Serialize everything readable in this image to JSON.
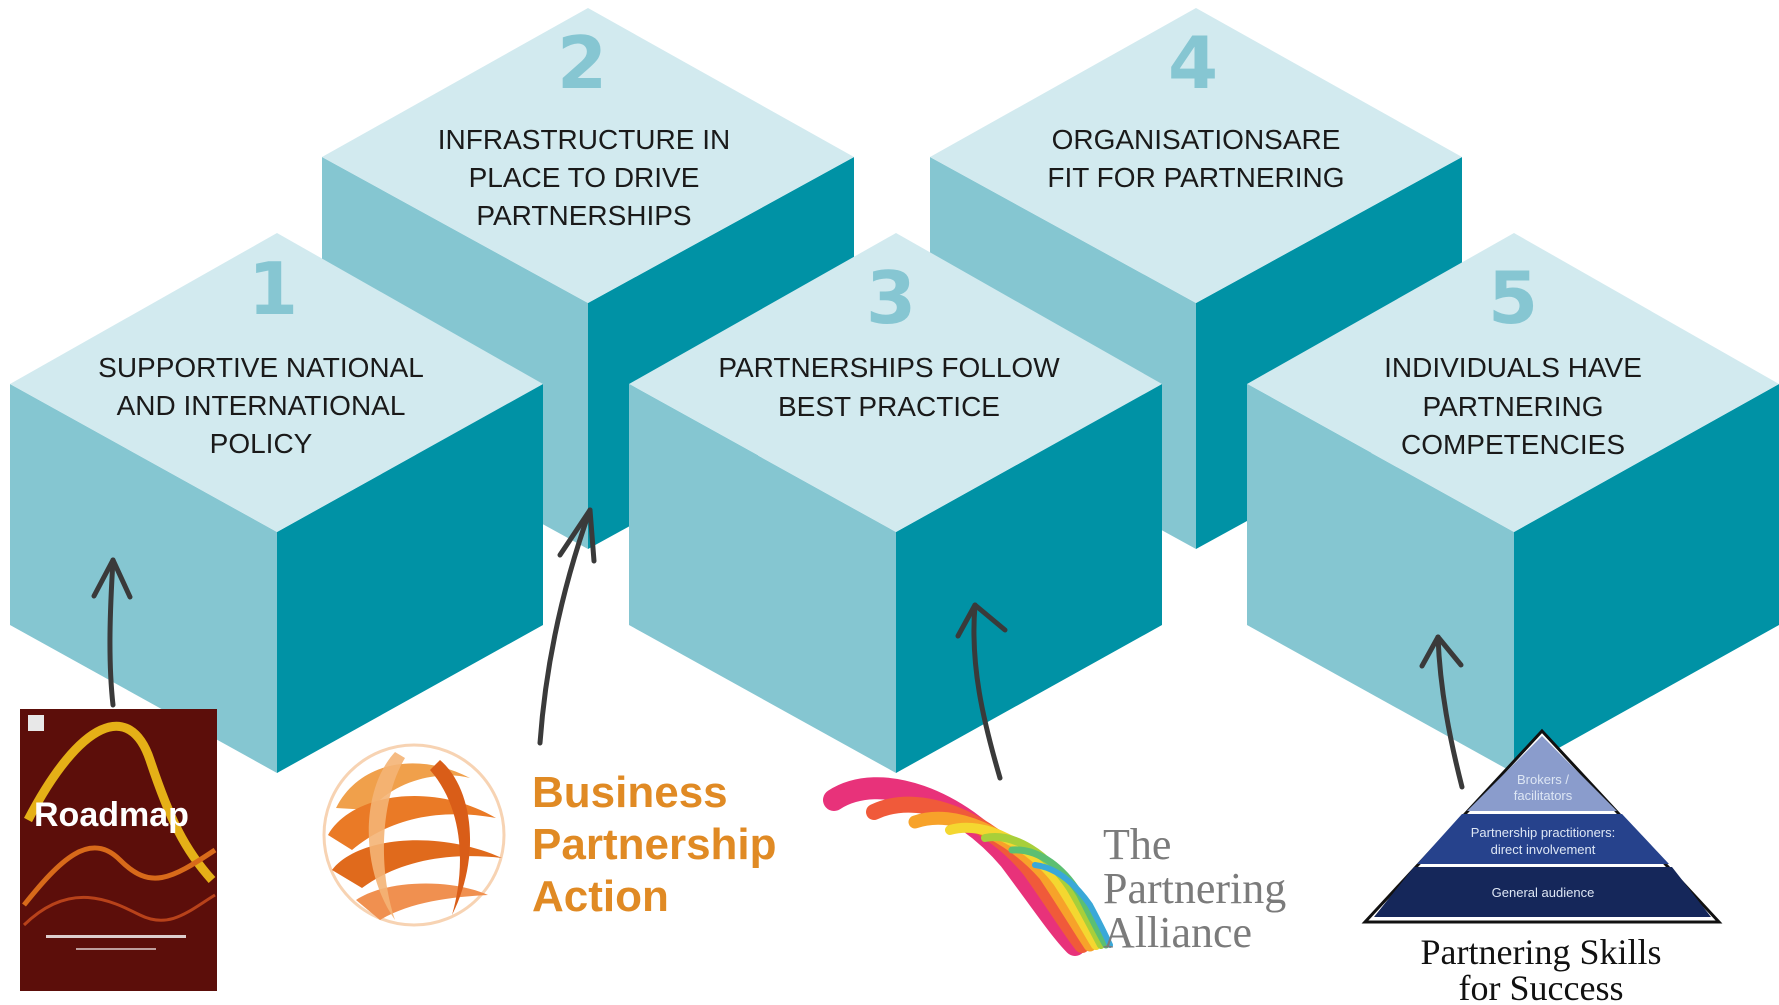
{
  "steps": [
    {
      "number": "1",
      "lines": [
        "SUPPORTIVE NATIONAL",
        "AND INTERNATIONAL",
        "POLICY"
      ]
    },
    {
      "number": "2",
      "lines": [
        "INFRASTRUCTURE IN",
        "PLACE TO DRIVE",
        "PARTNERSHIPS"
      ]
    },
    {
      "number": "3",
      "lines": [
        "PARTNERSHIPS FOLLOW",
        "BEST PRACTICE"
      ]
    },
    {
      "number": "4",
      "lines": [
        "ORGANISATIONSARE",
        "FIT FOR PARTNERING"
      ]
    },
    {
      "number": "5",
      "lines": [
        "INDIVIDUALS HAVE",
        "PARTNERING",
        "COMPETENCIES"
      ]
    }
  ],
  "logos": {
    "roadmap": {
      "title": "Roadmap"
    },
    "business_partnership_action": {
      "lines": [
        "Business",
        "Partnership",
        "Action"
      ]
    },
    "partnering_alliance": {
      "lines": [
        "The",
        "Partnering",
        "Alliance"
      ]
    },
    "partnering_skills": {
      "title_lines": [
        "Partnering Skills",
        "for Success"
      ],
      "pyramid": {
        "top": [
          "Brokers /",
          "facilitators"
        ],
        "middle": [
          "Partnership practitioners:",
          "direct involvement"
        ],
        "bottom": "General audience"
      }
    }
  },
  "colors": {
    "cube_top": "#d2eaef",
    "cube_left": "#85c6d1",
    "cube_right": "#0092a5",
    "number": "#86c6d2",
    "arrow": "#3a3a3a",
    "bpa_orange": "#e08a24",
    "roadmap_bg": "#5c0e0a",
    "pyramid_top": "#8a9ccc",
    "pyramid_middle": "#26428c",
    "pyramid_bottom": "#15275a"
  }
}
